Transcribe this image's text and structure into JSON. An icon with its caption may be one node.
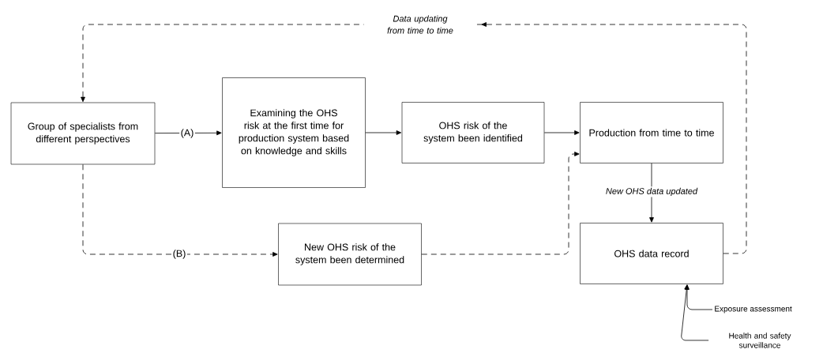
{
  "diagram": {
    "nodes": [
      {
        "text": [
          "Group of specialists from different perspectives"
        ]
      },
      {
        "text": [
          "Examining the OHS risk at the first time for production system based on knowledge and skills"
        ]
      },
      {
        "text": [
          "OHS risk of the system been identified"
        ]
      },
      {
        "text": [
          "Production from time to time"
        ]
      },
      {
        "text": [
          "New OHS risk of the system been determined"
        ]
      },
      {
        "text": [
          "OHS data record"
        ]
      },
      {
        "text": [
          "Exposure assessment"
        ]
      },
      {
        "text": [
          "Health and safety surveillance"
        ]
      }
    ],
    "edges": [
      {
        "from": 0,
        "to": 1,
        "arrow": "to",
        "label": "(A)"
      },
      {
        "from": 1,
        "to": 2,
        "arrow": "to"
      },
      {
        "from": 2,
        "to": 3,
        "arrow": "to"
      },
      {
        "from": 0,
        "to": 4,
        "arrow": "to",
        "label": "(B)",
        "style": "dashed"
      },
      {
        "from": 4,
        "to": 3,
        "arrow": "to",
        "style": "dashed"
      },
      {
        "from": 3,
        "to": 5,
        "arrow": "to",
        "label": "New OHS data updated"
      },
      {
        "from": 5,
        "to": 0,
        "arrow": "to",
        "label": "Data updating from time to time",
        "style": "dashed"
      },
      {
        "from": 6,
        "to": 5,
        "arrow": "to"
      },
      {
        "from": 7,
        "to": 5,
        "arrow": "to"
      }
    ]
  }
}
